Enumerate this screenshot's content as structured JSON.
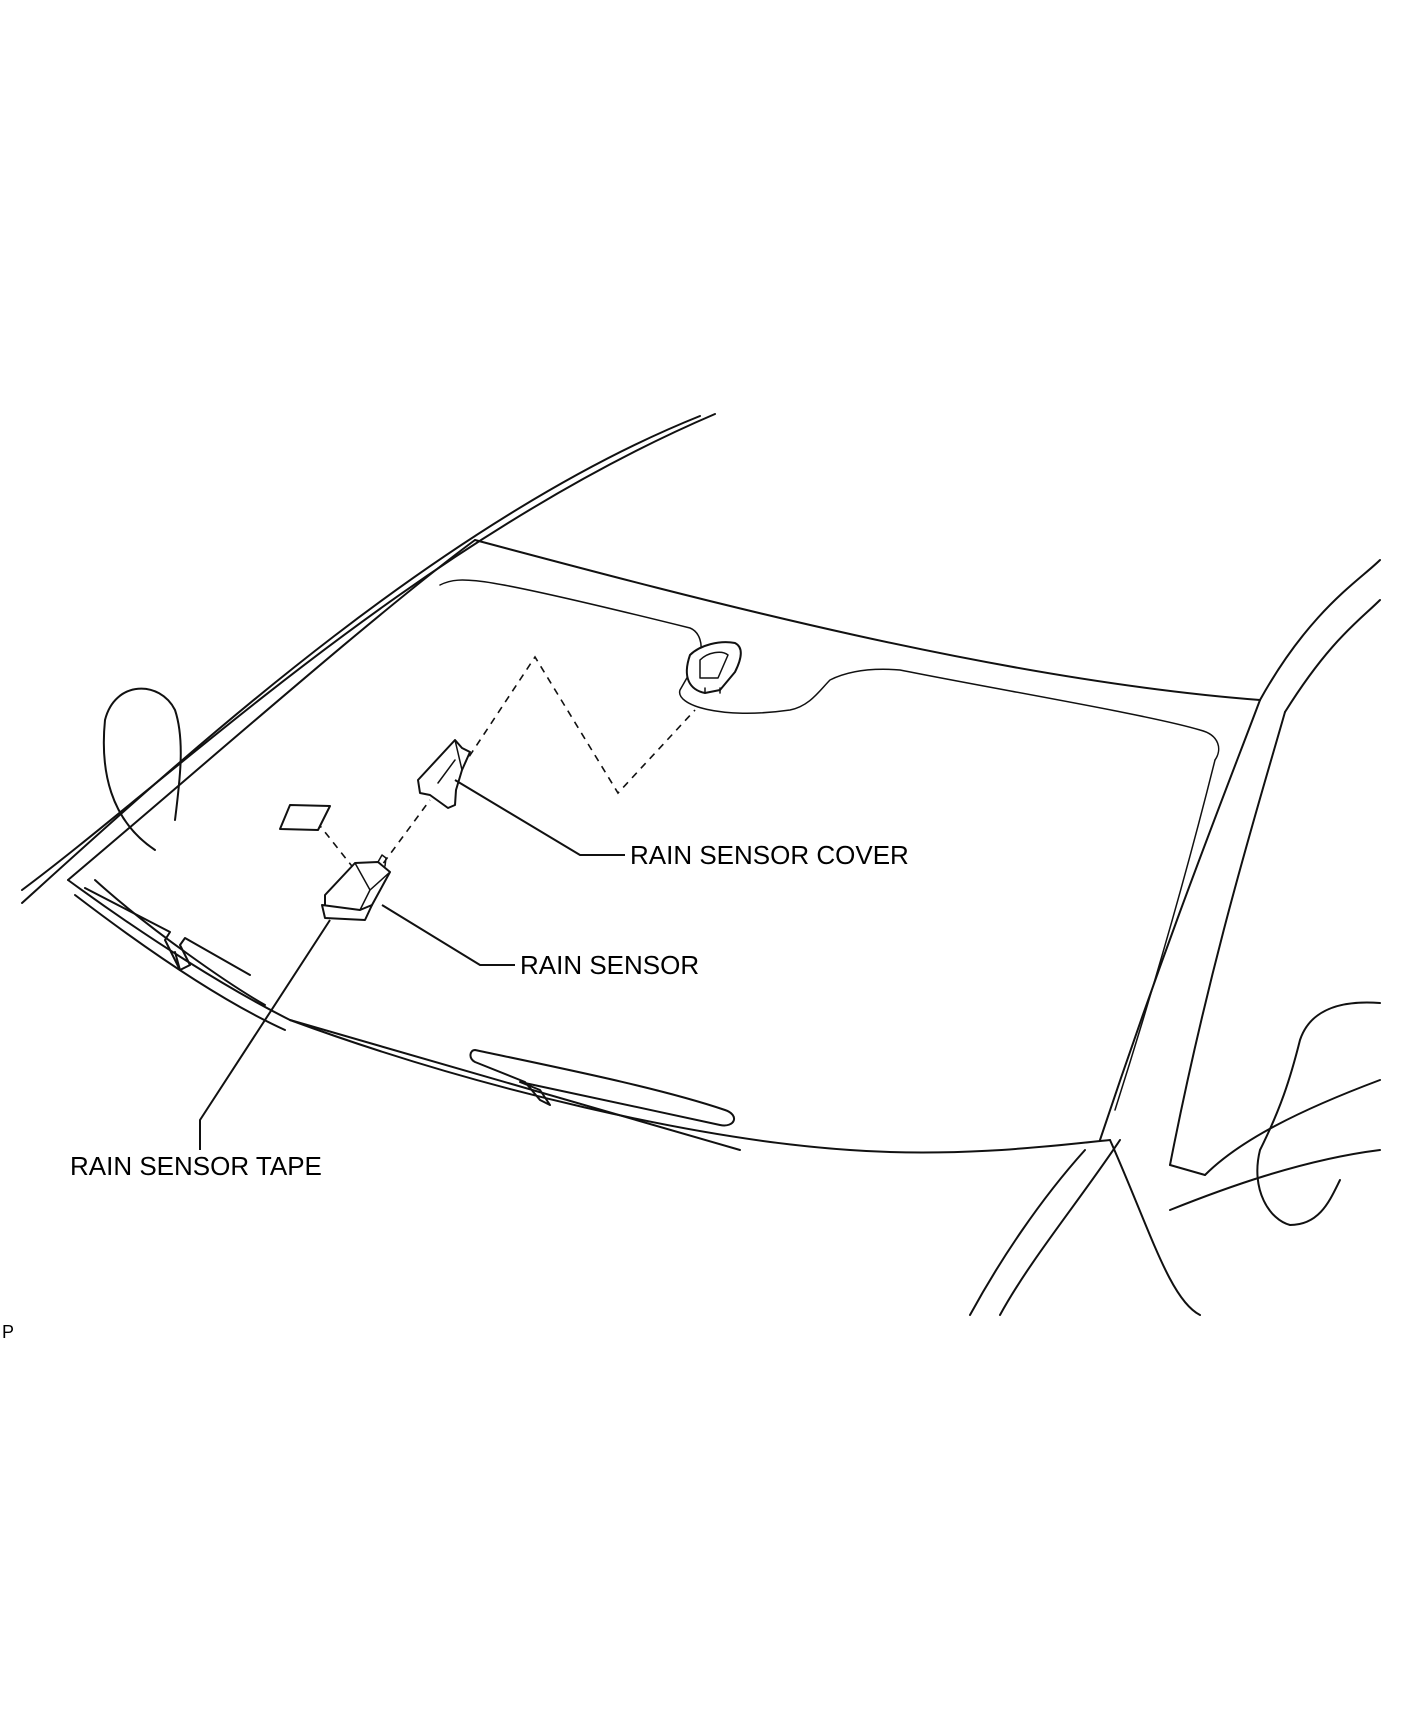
{
  "labels": {
    "rain_sensor_cover": "RAIN SENSOR COVER",
    "rain_sensor": "RAIN SENSOR",
    "rain_sensor_tape": "RAIN SENSOR TAPE"
  },
  "figure_code": "P"
}
